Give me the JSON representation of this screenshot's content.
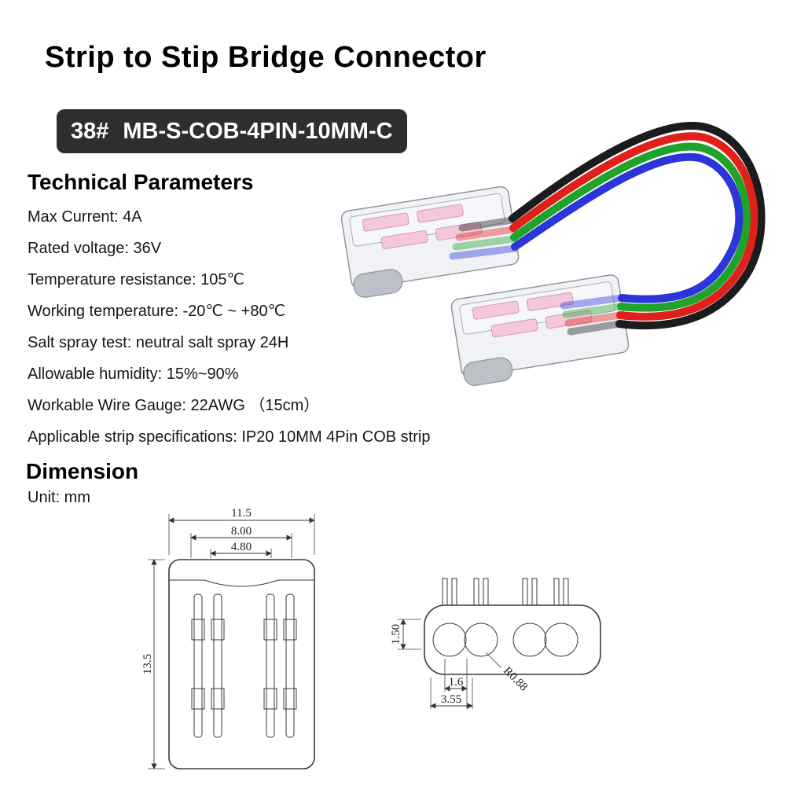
{
  "header": {
    "title": "Strip to Stip Bridge Connector",
    "badge": {
      "number": "38#",
      "model": "MB-S-COB-4PIN-10MM-C",
      "bg_color": "#2e2e30",
      "text_color": "#ffffff"
    }
  },
  "technical": {
    "heading": "Technical Parameters",
    "specs": [
      "Max Current: 4A",
      "Rated voltage: 36V",
      "Temperature resistance: 105℃",
      "Working temperature: -20℃ ~ +80℃",
      "Salt spray test: neutral salt spray 24H",
      "Allowable humidity: 15%~90%",
      "Workable Wire Gauge: 22AWG （15cm）",
      "Applicable strip specifications: IP20 10MM 4Pin COB strip"
    ]
  },
  "product": {
    "wires": [
      {
        "name": "black-wire",
        "color": "#1c1c1e"
      },
      {
        "name": "red-wire",
        "color": "#e0201a"
      },
      {
        "name": "green-wire",
        "color": "#1fa32a"
      },
      {
        "name": "blue-wire",
        "color": "#2b35d8"
      }
    ]
  },
  "dimension": {
    "heading": "Dimension",
    "unit": "Unit: mm",
    "top_view": {
      "overall_width": "11.5",
      "cover_width": "8.00",
      "slot_width": "4.80",
      "overall_length": "13.5"
    },
    "front_view": {
      "body_height": "1.50",
      "pin_gap": "1.6",
      "hole_span": "3.55",
      "corner_radius": "R0.88"
    }
  }
}
